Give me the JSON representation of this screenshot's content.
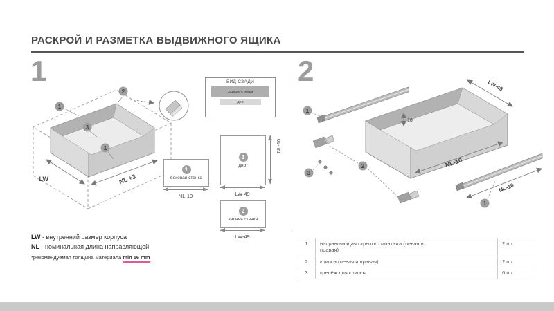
{
  "page": {
    "title": "РАСКРОЙ И РАЗМЕТКА ВЫДВИЖНОГО ЯЩИКА"
  },
  "colors": {
    "accent_gray": "#9e9e9e",
    "note_underline": "#e05a9b"
  },
  "section1": {
    "number": "1",
    "markers": {
      "m1": "1",
      "m2": "2",
      "m3": "3"
    },
    "drawing": {
      "dim_lw": "LW",
      "dim_nl3": "NL +3"
    },
    "view_back": {
      "title": "ВИД СЗАДИ",
      "back_wall": "задняя стенка",
      "bottom": "дно"
    },
    "panels": [
      {
        "num": "1",
        "label": "боковая стенка",
        "dim_bottom": "NL-10"
      },
      {
        "num": "3",
        "label": "дно*",
        "dim_bottom": "LW-49",
        "dim_right": "NL-10"
      },
      {
        "num": "2",
        "label": "задняя стенка",
        "dim_bottom": "LW-49"
      }
    ],
    "legend": [
      {
        "term": "LW",
        "desc": "- внутренний размер корпуса"
      },
      {
        "term": "NL",
        "desc": "- номинальная длина направляющей"
      }
    ],
    "note": {
      "prefix": "*рекомендуемая толщина материала",
      "highlight": "min 16 mm"
    }
  },
  "section2": {
    "number": "2",
    "markers": {
      "m1": "1",
      "m2": "2",
      "m3": "3"
    },
    "dims": {
      "lw49": "LW-49",
      "d18": "18",
      "nl10_drawer": "NL-10",
      "nl10_rail": "NL-10"
    },
    "table": {
      "rows": [
        {
          "num": "1",
          "name": "направляющая скрытого монтажа (левая и правая)",
          "qty": "2 шт."
        },
        {
          "num": "2",
          "name": "клипса (левая и правая)",
          "qty": "2 шт."
        },
        {
          "num": "3",
          "name": "крепёж для клипсы",
          "qty": "6 шт."
        }
      ]
    }
  }
}
